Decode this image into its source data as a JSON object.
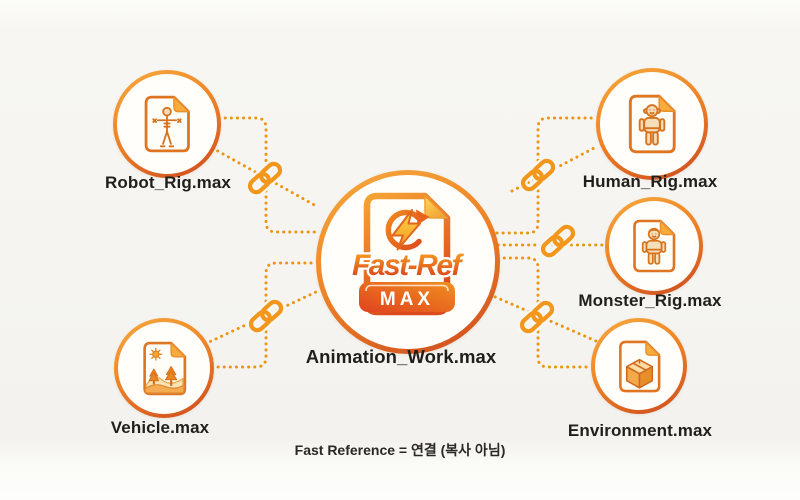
{
  "center": {
    "logo_text": "Fast-Ref",
    "badge": "MAX",
    "label": "Animation_Work.max",
    "icon": "fast-ref-max-file-icon"
  },
  "satellites": [
    {
      "id": "robot",
      "label": "Robot_Rig.max",
      "icon": "robot-rig-file-icon"
    },
    {
      "id": "human",
      "label": "Human_Rig.max",
      "icon": "human-rig-file-icon"
    },
    {
      "id": "monster",
      "label": "Monster_Rig.max",
      "icon": "monster-rig-file-icon"
    },
    {
      "id": "vehicle",
      "label": "Vehicle.max",
      "icon": "landscape-file-icon"
    },
    {
      "id": "environment",
      "label": "Environment.max",
      "icon": "box-file-icon"
    }
  ],
  "connections": [
    {
      "from": "Animation_Work.max",
      "to": "Robot_Rig.max",
      "style": "dotted",
      "link_icon": true
    },
    {
      "from": "Animation_Work.max",
      "to": "Human_Rig.max",
      "style": "dotted",
      "link_icon": true
    },
    {
      "from": "Animation_Work.max",
      "to": "Monster_Rig.max",
      "style": "dotted",
      "link_icon": true
    },
    {
      "from": "Animation_Work.max",
      "to": "Vehicle.max",
      "style": "dotted",
      "link_icon": true
    },
    {
      "from": "Animation_Work.max",
      "to": "Environment.max",
      "style": "dotted",
      "link_icon": true
    }
  ],
  "caption": {
    "text": "Fast Reference = 연결 (복사 아님)"
  },
  "colors": {
    "background": "#f5f4f0",
    "dotted_line": "#ec9512",
    "chain_link": "#f2971c",
    "ring_gradient_top": "#f6aa3e",
    "ring_gradient_bottom": "#cd4a1e",
    "doc_stroke": "#de7522",
    "fold_gold": "#f9ac3c",
    "badge_red": "#e0431f",
    "badge_orange": "#f0901f",
    "label_text": "#211f1c"
  }
}
